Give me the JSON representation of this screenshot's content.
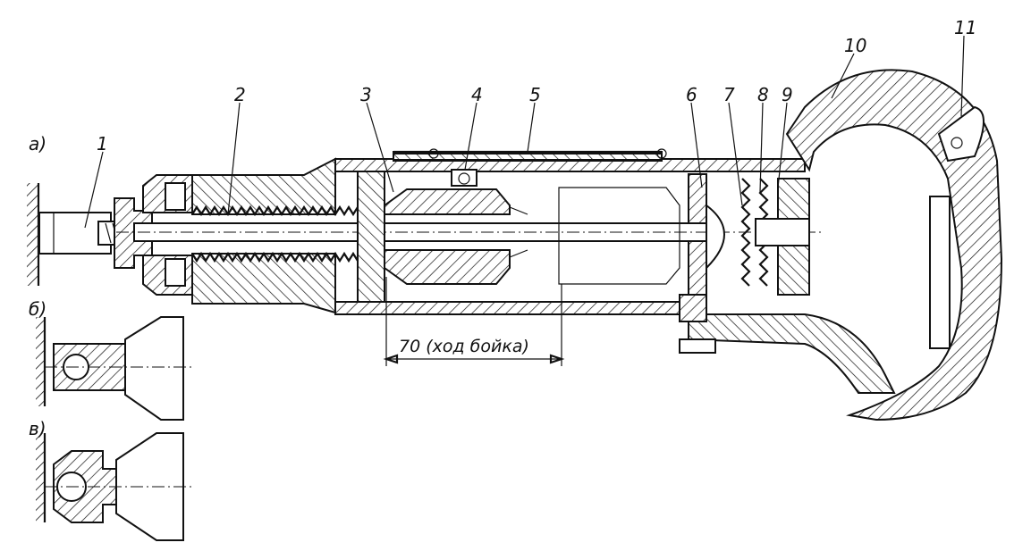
{
  "views": {
    "a": "а)",
    "b": "б)",
    "v": "в)"
  },
  "callouts": [
    "1",
    "2",
    "3",
    "4",
    "5",
    "6",
    "7",
    "8",
    "9",
    "10",
    "11"
  ],
  "dimension": {
    "text": "70 (ход бойка)"
  }
}
